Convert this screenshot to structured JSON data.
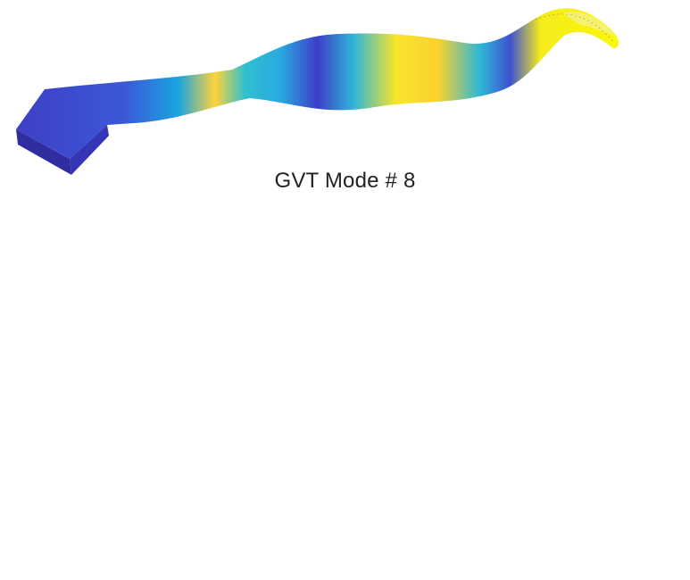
{
  "title": "GVT Mode # 8",
  "colormap": {
    "name": "parula",
    "stops": [
      "#3e26a8",
      "#4746eb",
      "#2a7bf9",
      "#0aa7d6",
      "#1fc5b3",
      "#60cb76",
      "#c6be3c",
      "#fbbd3b",
      "#f9e02a",
      "#f9fb0e"
    ]
  },
  "views": [
    "surface-view-upper",
    "fe-mesh-view",
    "surface-view-lower"
  ]
}
